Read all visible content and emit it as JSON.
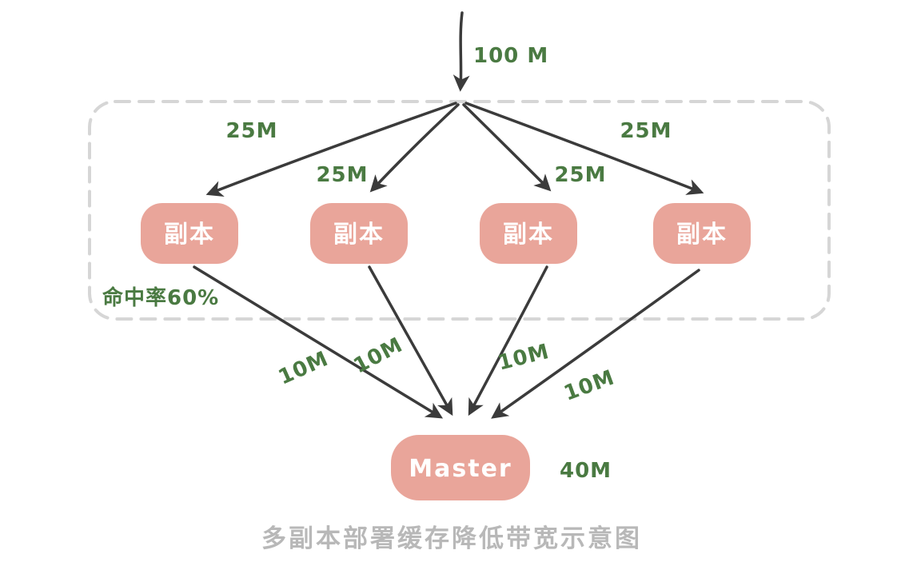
{
  "diagram": {
    "incoming_label": "100 M",
    "hit_rate_label": "命中率60%",
    "replicas": [
      {
        "label": "副本",
        "in_label": "25M",
        "out_label": "10M"
      },
      {
        "label": "副本",
        "in_label": "25M",
        "out_label": "10M"
      },
      {
        "label": "副本",
        "in_label": "25M",
        "out_label": "10M"
      },
      {
        "label": "副本",
        "in_label": "25M",
        "out_label": "10M"
      }
    ],
    "master": {
      "label": "Master",
      "out_label": "40M"
    },
    "caption": "多副本部署缓存降低带宽示意图",
    "colors": {
      "node_fill": "#e9a59a",
      "node_text": "#ffffff",
      "label_green": "#4a7a42",
      "arrow": "#3b3b3b",
      "dashed_border": "#d6d6d6",
      "caption": "#b8b8b8"
    }
  }
}
